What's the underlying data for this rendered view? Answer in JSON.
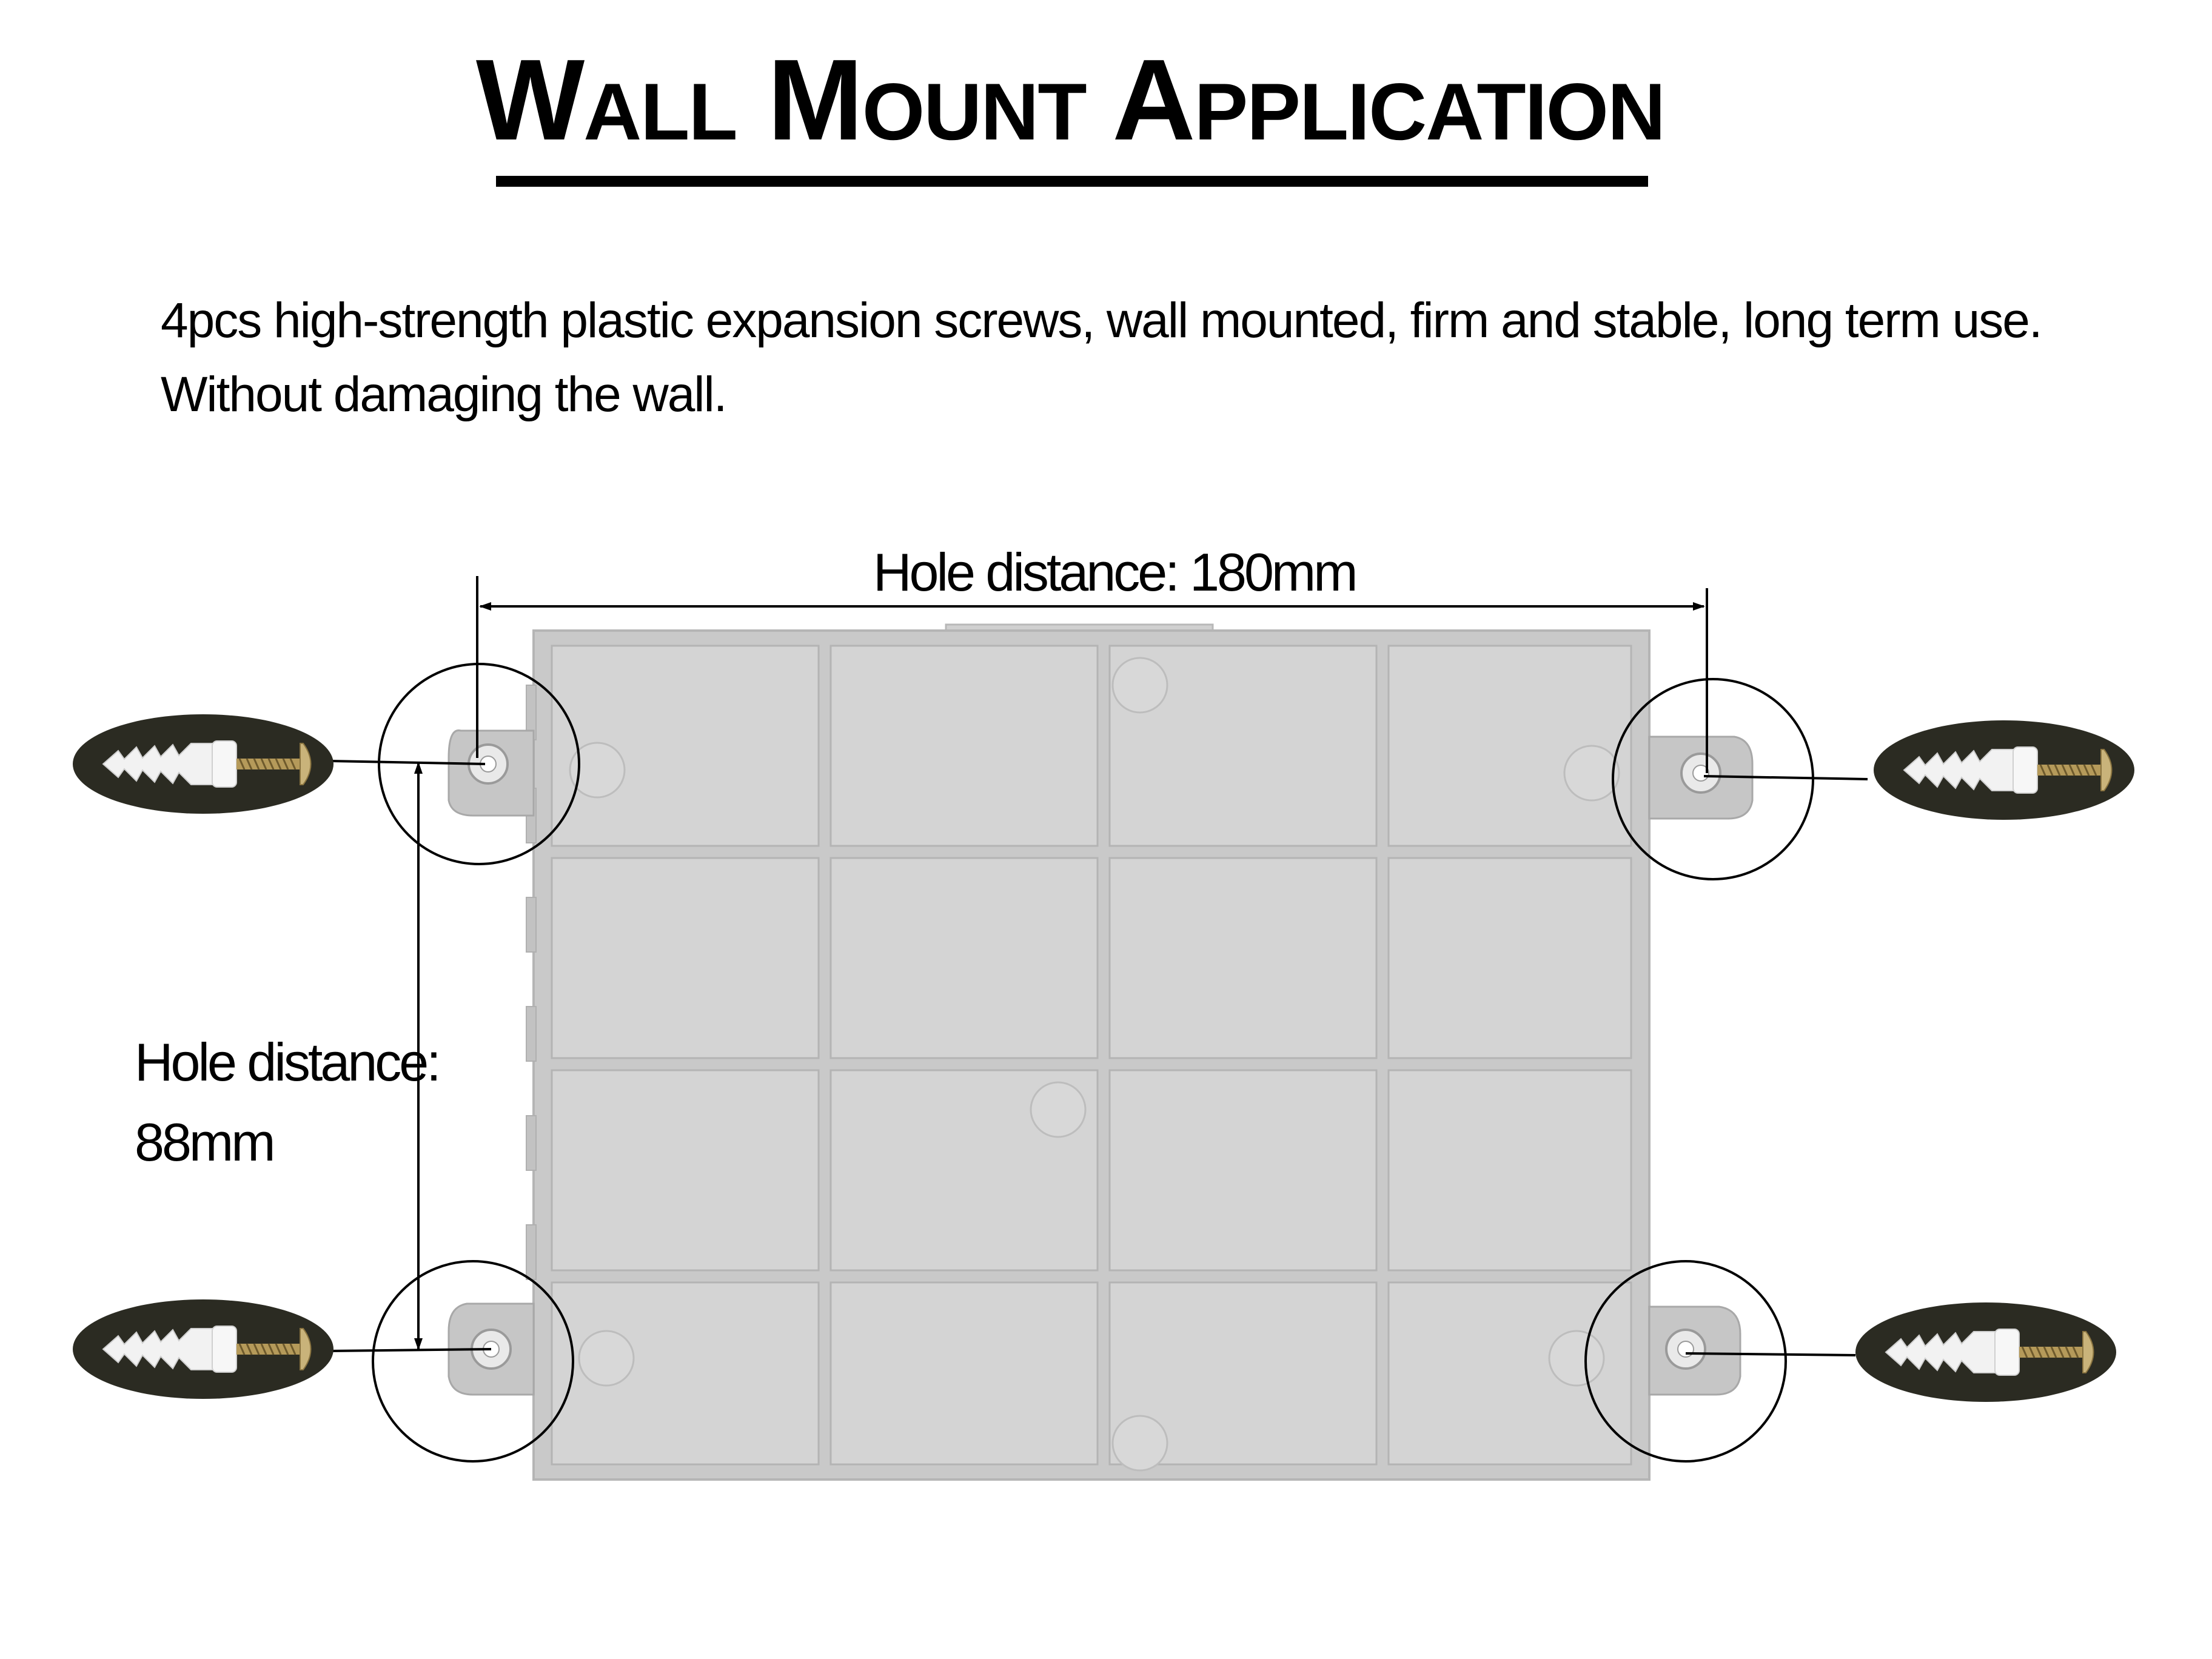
{
  "title": "Wall Mount Application",
  "description": {
    "line1": "4pcs high-strength plastic expansion screws, wall mounted, firm and stable, long term use.",
    "line2": "Without damaging the wall."
  },
  "dimensions": {
    "horizontal": "Hole distance: 180mm",
    "vertical_line1": "Hole distance:",
    "vertical_line2": "88mm"
  },
  "colors": {
    "panel": "#c9c9c9",
    "panel_cell": "#d4d4d4",
    "panel_edge": "#b5b5b5",
    "screw_background": "#2b2b22",
    "anchor": "#f2f2f2",
    "screw_metal": "#b59a5a"
  },
  "icons": [
    "expansion-screw-icon"
  ]
}
